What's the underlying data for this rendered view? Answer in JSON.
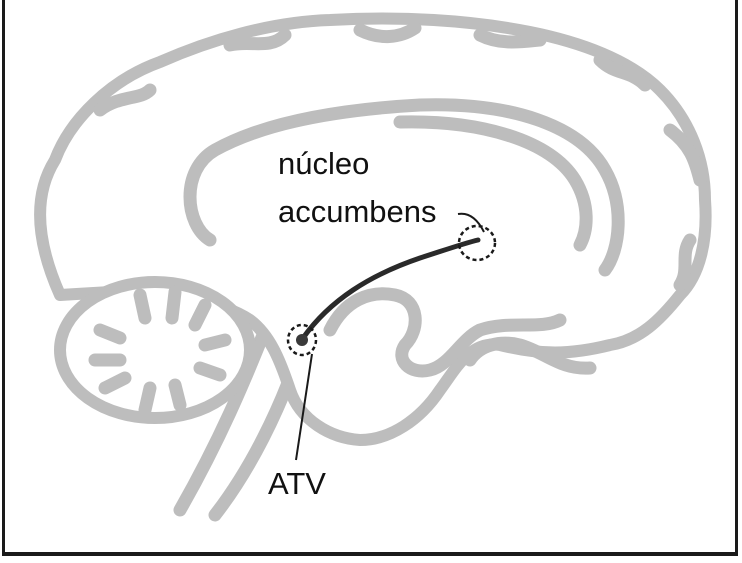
{
  "labels": {
    "nucleus_line1": "núcleo",
    "nucleus_line2": "accumbens",
    "vta": "ATV"
  },
  "colors": {
    "brain_outline": "#bdbdbd",
    "pathway": "#2a2a2a",
    "text": "#111111"
  }
}
